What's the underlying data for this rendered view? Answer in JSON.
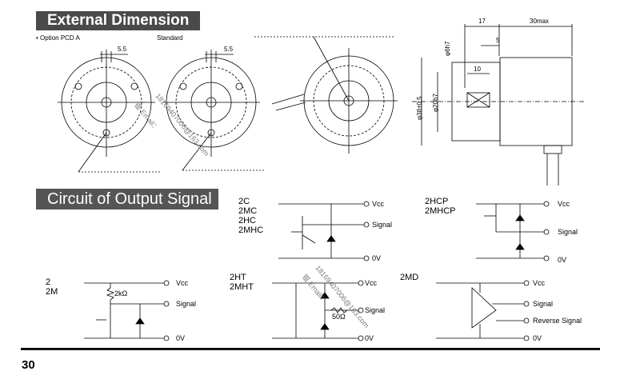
{
  "headings": {
    "external_dimension": "External Dimension",
    "circuit": "Circuit of Output Signal"
  },
  "dimension": {
    "option_label": "• Option PCD A",
    "standard_label": "Standard",
    "d55a": "5.5",
    "d55b": "5.5",
    "d17": "17",
    "d30max": "30max",
    "d5": "5",
    "d10": "10",
    "dphi6": "φ6h7",
    "d385": "φ38±0.5",
    "d20h7": "φ20h7"
  },
  "circuits": {
    "c1": {
      "models": [
        "2C",
        "2MC",
        "2HC",
        "2MHC"
      ],
      "labels": [
        "Vcc",
        "Signal",
        "0V"
      ]
    },
    "c2": {
      "models": [
        "2HCP",
        "2MHCP"
      ],
      "labels": [
        "Vcc",
        "Signal",
        "0V"
      ]
    },
    "c3": {
      "models": [
        "2",
        "2M"
      ],
      "labels": [
        "Vcc",
        "Signal",
        "0V"
      ],
      "resistor": "2kΩ"
    },
    "c4": {
      "models": [
        "2HT",
        "2MHT"
      ],
      "labels": [
        "Vcc",
        "Signal",
        "0V"
      ],
      "resistor": "50Ω"
    },
    "c5": {
      "models": [
        "2MD"
      ],
      "labels": [
        "Vcc",
        "Signal",
        "Reverse Signal",
        "0V"
      ]
    }
  },
  "watermarks": [
    "锟 Email：",
    "1816940700​6@163.com"
  ],
  "page_number": "30"
}
